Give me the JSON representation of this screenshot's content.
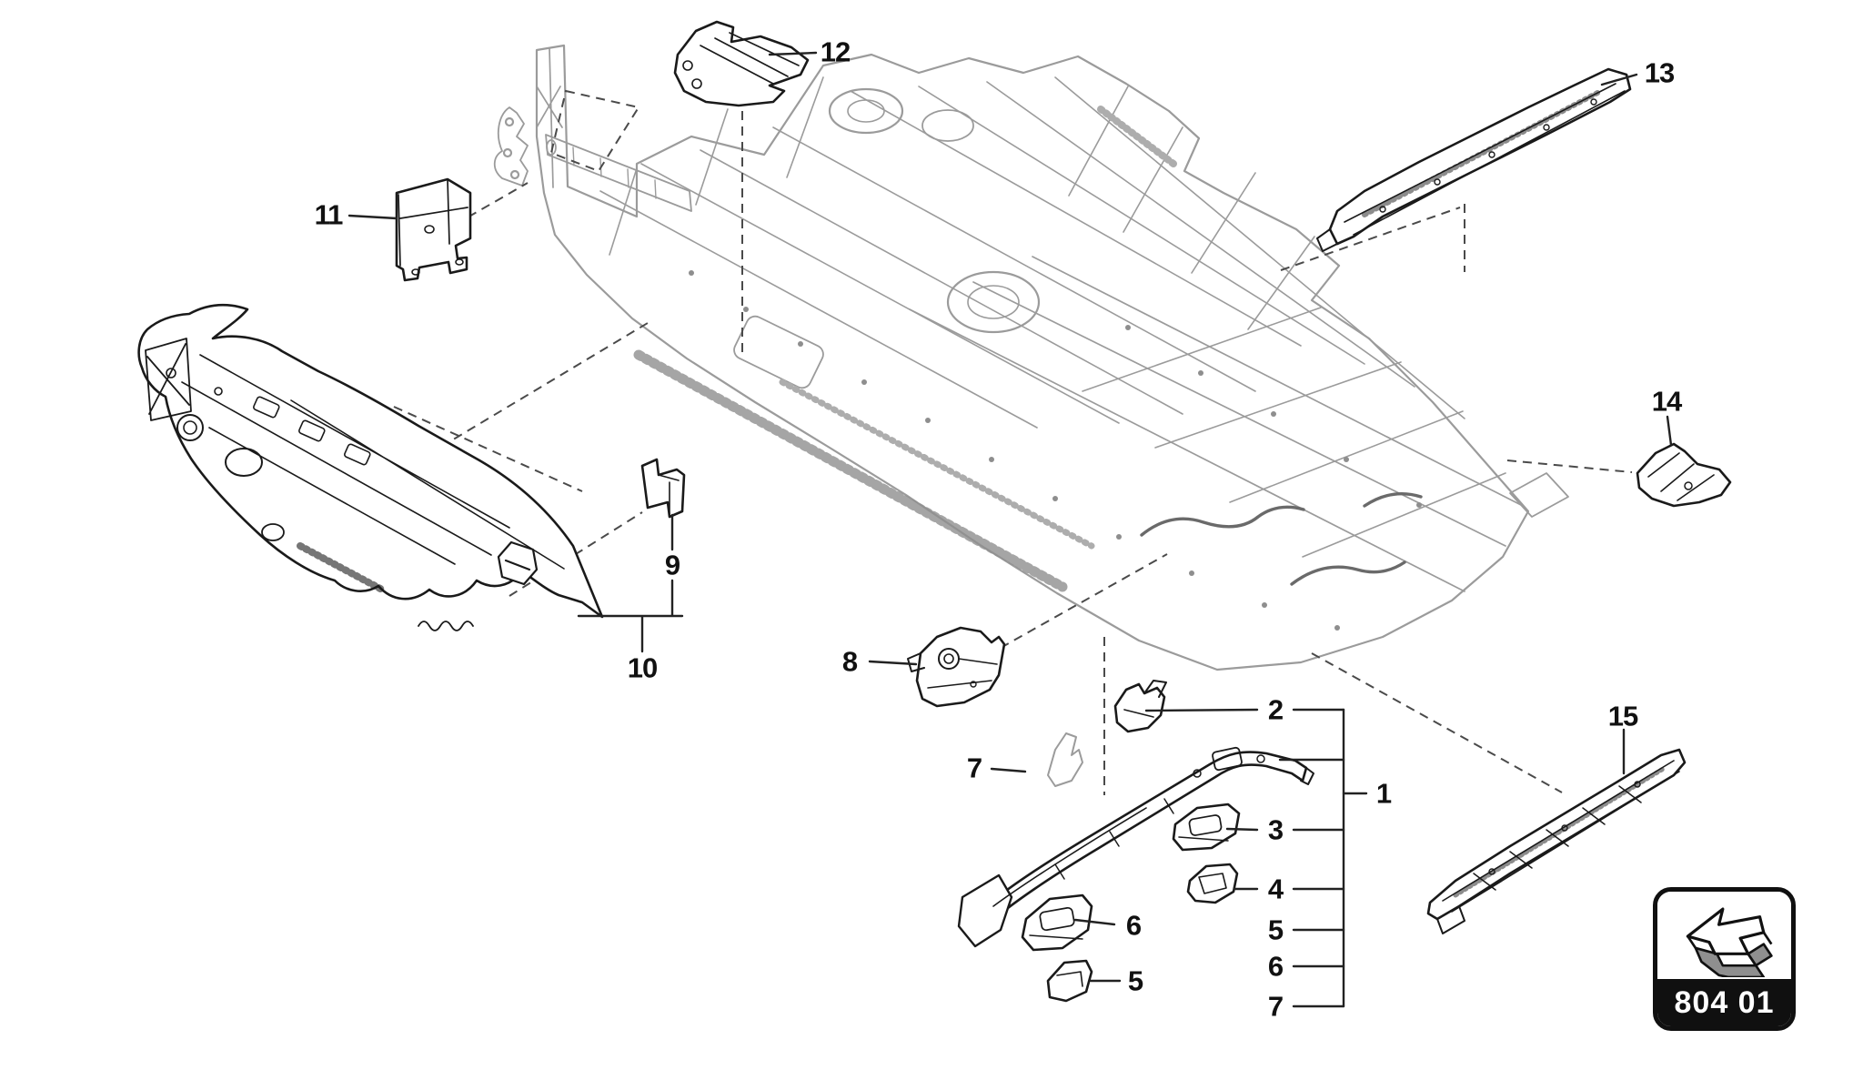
{
  "diagram": {
    "callouts": {
      "c1": "1",
      "c2": "2",
      "c3": "3",
      "c4": "4",
      "c5_right": "5",
      "c6_right": "6",
      "c7_right": "7",
      "c5_left": "5",
      "c6_left": "6",
      "c7_left": "7",
      "c8": "8",
      "c9": "9",
      "c10": "10",
      "c11": "11",
      "c12": "12",
      "c13": "13",
      "c14": "14",
      "c15": "15"
    },
    "badge": {
      "code": "804 01"
    },
    "colors": {
      "part_stroke": "#1a1a1a",
      "chassis_stroke": "#9b9b9b",
      "leader": "#222222",
      "badge_bg": "#101010",
      "badge_text": "#ffffff"
    }
  }
}
